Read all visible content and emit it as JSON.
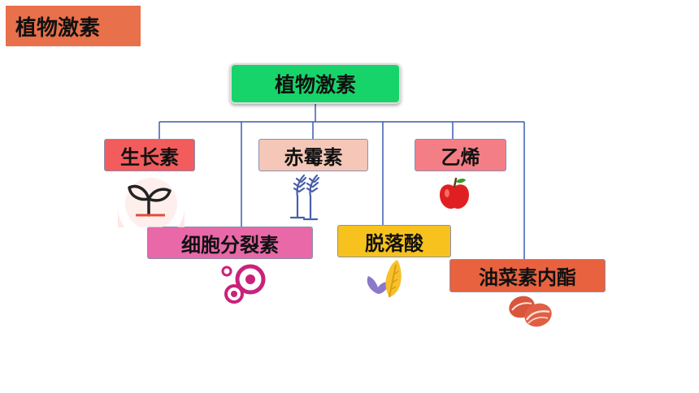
{
  "slide": {
    "title": "植物激素"
  },
  "diagram": {
    "root": "植物激素",
    "hormones": [
      {
        "label": "生长素",
        "color": "#f25c5c",
        "icon": "sprout-icon"
      },
      {
        "label": "赤霉素",
        "color": "#f5c7b8",
        "icon": "wheat-icon"
      },
      {
        "label": "乙烯",
        "color": "#f47e86",
        "icon": "apple-icon"
      },
      {
        "label": "细胞分裂素",
        "color": "#e868a8",
        "icon": "cell-division-icon"
      },
      {
        "label": "脱落酸",
        "color": "#f7c21d",
        "icon": "falling-leaves-icon"
      },
      {
        "label": "油菜素内酯",
        "color": "#e8623f",
        "icon": "seeds-icon"
      }
    ],
    "connector_color": "#3d5bb0"
  }
}
